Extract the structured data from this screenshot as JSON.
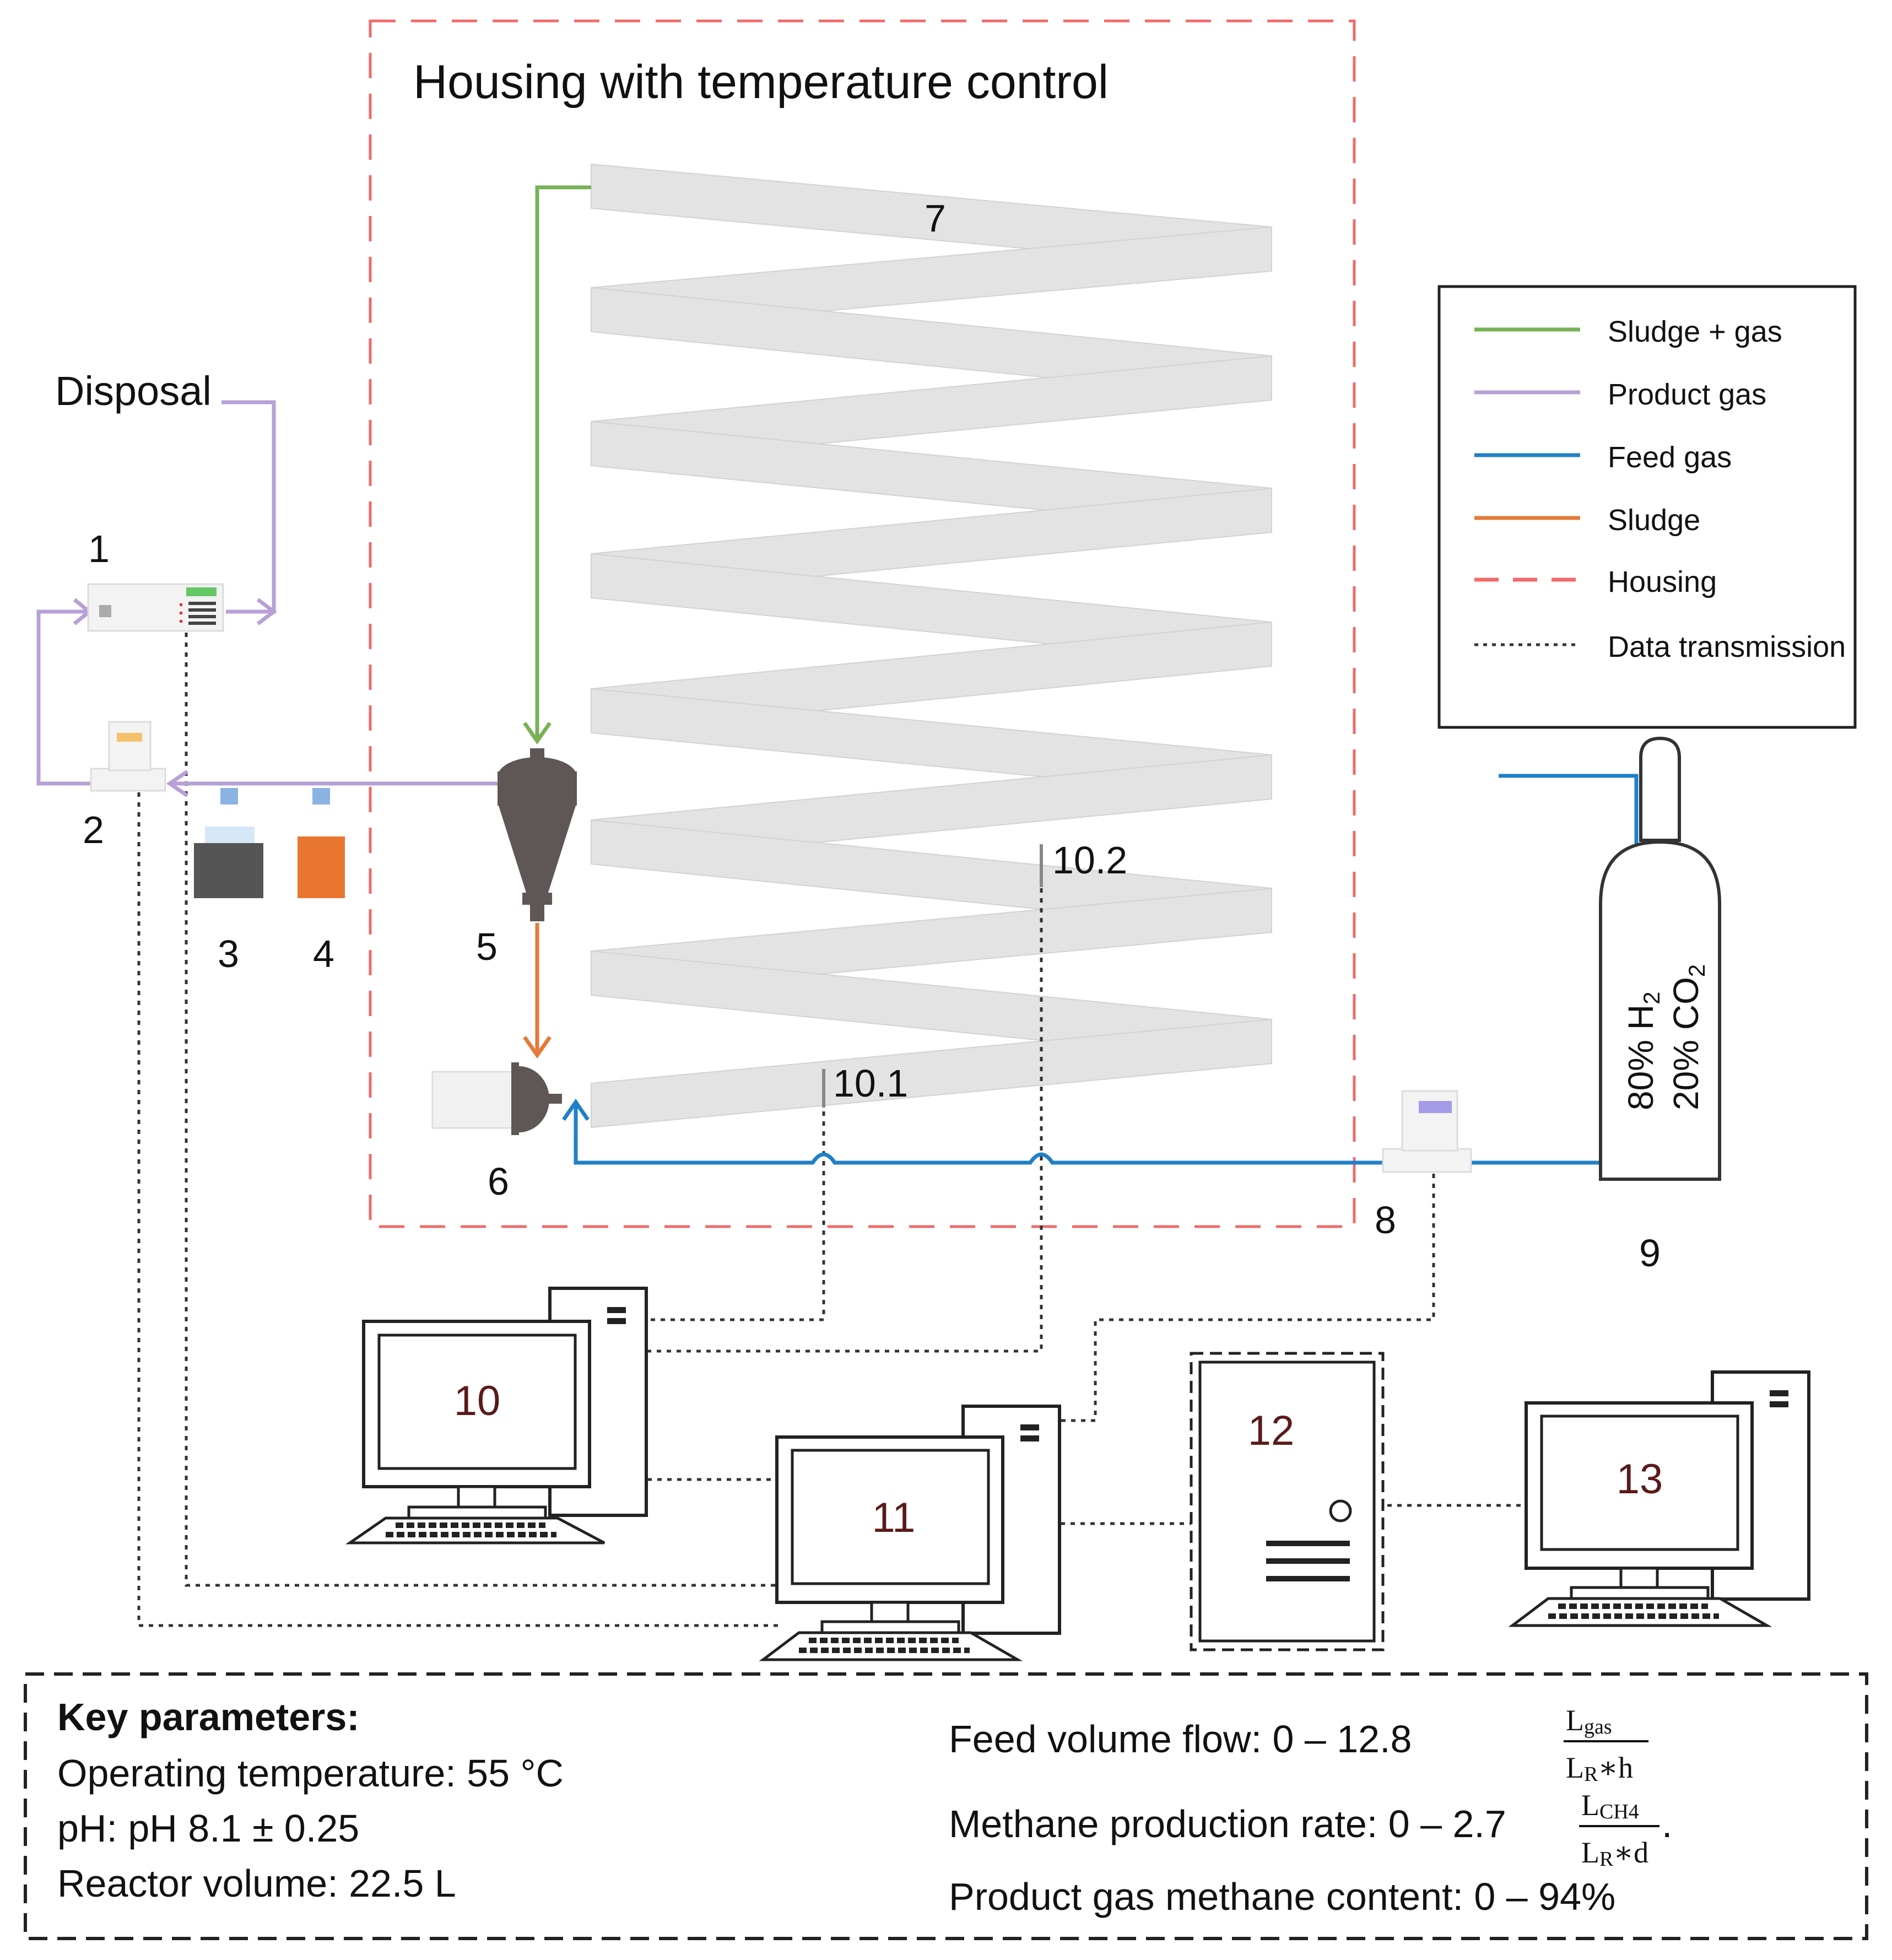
{
  "housing": {
    "label": "Housing with temperature control"
  },
  "labels": {
    "disposal": "Disposal",
    "c1": "1",
    "c2": "2",
    "c3": "3",
    "c4": "4",
    "c5": "5",
    "c6": "6",
    "c7": "7",
    "c8": "8",
    "c9": "9",
    "s10_1": "10.1",
    "s10_2": "10.2"
  },
  "cylinder": {
    "line1": "80% H",
    "sub1": "2",
    "line2": "20% CO",
    "sub2": "2"
  },
  "computers": {
    "c10": "10",
    "c11": "11",
    "c12": "12",
    "c13": "13"
  },
  "legend": {
    "items": [
      {
        "label": "Sludge + gas",
        "color": "#77b255",
        "style": "solid"
      },
      {
        "label": "Product gas",
        "color": "#b7a0d6",
        "style": "solid"
      },
      {
        "label": "Feed gas",
        "color": "#1f80c8",
        "style": "solid"
      },
      {
        "label": "Sludge",
        "color": "#e47a3a",
        "style": "solid"
      },
      {
        "label": "Housing",
        "color": "#f06b6b",
        "style": "dashed"
      },
      {
        "label": "Data transmission",
        "color": "#333333",
        "style": "dotted"
      }
    ]
  },
  "params": {
    "title": "Key parameters:",
    "temp": "Operating temperature: 55 °C",
    "ph": "pH: pH 8.1 ± 0.25",
    "volume": "Reactor volume: 22.5 L",
    "feed_prefix": "Feed volume flow: 0 – 12.8 ",
    "feed_num": "L",
    "feed_num_sub": "gas",
    "feed_den": "L",
    "feed_den_sub": "R",
    "feed_den_rest": "∗h",
    "meth_prefix": "Methane production rate: 0 – 2.7 ",
    "meth_num": "L",
    "meth_num_sub": "CH4",
    "meth_den": "L",
    "meth_den_sub": "R",
    "meth_den_rest": "∗d",
    "meth_suffix": ".",
    "content": "Product gas methane content: 0 – 94%"
  },
  "colors": {
    "sludge_gas": "#77b255",
    "product_gas": "#b7a0d6",
    "feed_gas": "#1f80c8",
    "sludge": "#e47a3a",
    "housing": "#f06b6b",
    "coil": "#e3e3e3"
  }
}
